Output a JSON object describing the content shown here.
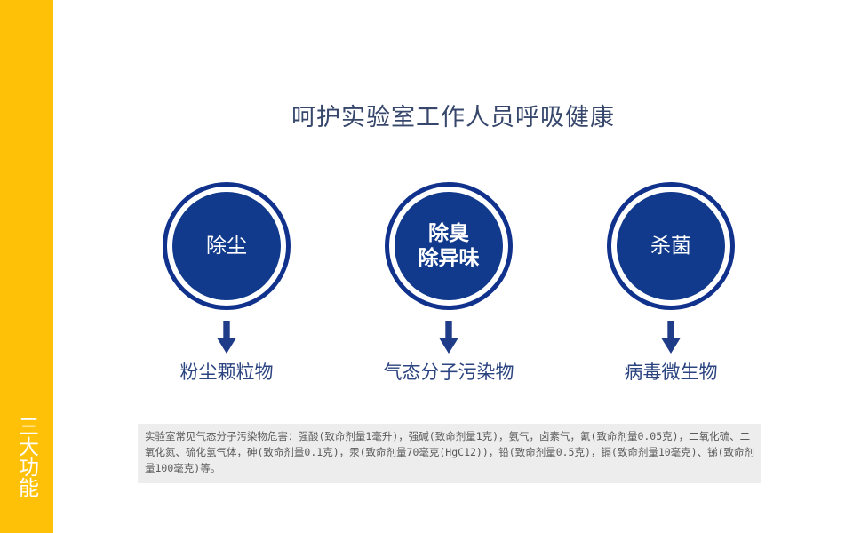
{
  "sidebar": {
    "vertical_label": "三大功能",
    "color": "#FFC107",
    "text_color": "#FFFFFF"
  },
  "header": {
    "title": "呵护实验室工作人员呼吸健康",
    "title_color": "#36476B"
  },
  "theme": {
    "circle_fill": "#113A8C",
    "circle_ring": "#10328C",
    "arrow_color": "#1F3C88",
    "caption_color": "#2B4480",
    "note_background": "#EDEDED",
    "note_text_color": "#5A5A5A",
    "page_background": "#FFFFFF"
  },
  "diagram": {
    "type": "three-function-flow",
    "nodes": [
      {
        "id": "dust-removal",
        "circle_label": "除尘",
        "circle_label_bold": false,
        "arrow_icon": "arrow-down-icon",
        "caption": "粉尘颗粒物"
      },
      {
        "id": "odor-removal",
        "circle_label": "除臭\n除异味",
        "circle_label_bold": true,
        "arrow_icon": "arrow-down-icon",
        "caption": "气态分子污染物"
      },
      {
        "id": "sterilization",
        "circle_label": "杀菌",
        "circle_label_bold": false,
        "arrow_icon": "arrow-down-icon",
        "caption": "病毒微生物"
      }
    ]
  },
  "note": {
    "text": "实验室常见气态分子污染物危害：强酸(致命剂量1毫升)，强碱(致命剂量1克)，氨气，卤素气，氰(致命剂量0.05克)，二氧化硫、二氧化氮、硫化氢气体，砷(致命剂量0.1克)，汞(致命剂量70毫克(HgC12))，铅(致命剂量0.5克)，镉(致命剂量10毫克)、锑(致命剂量100毫克)等。"
  }
}
